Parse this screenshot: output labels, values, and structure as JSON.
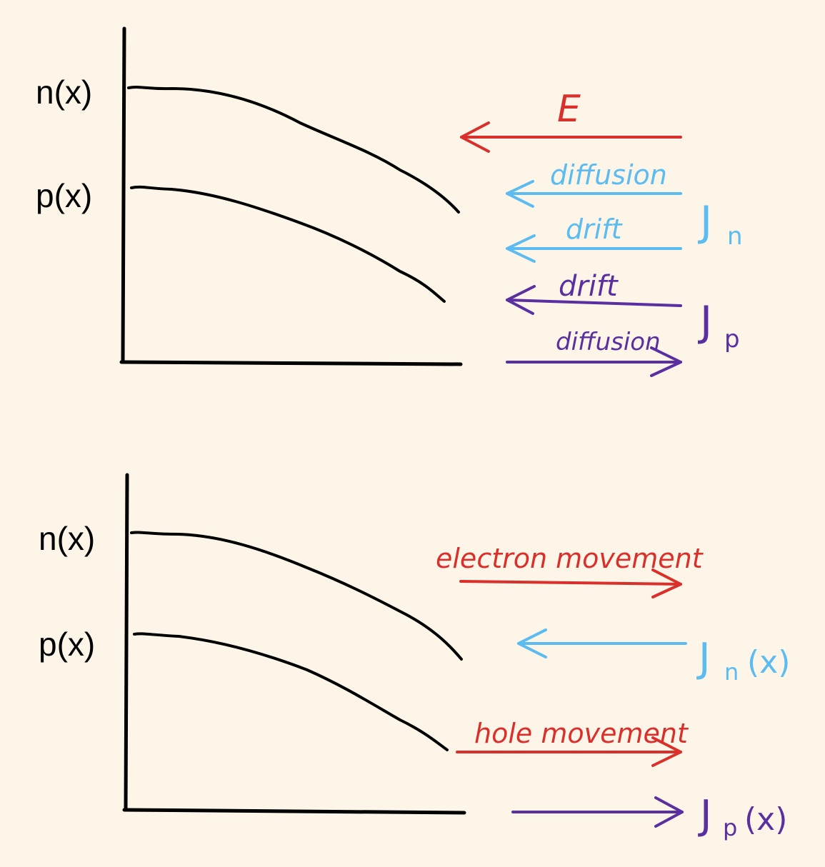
{
  "colors": {
    "background": "#fdf6e8",
    "black": "#000000",
    "red": "#d9302c",
    "light_blue": "#5cbcf2",
    "purple": "#5a2fa0"
  },
  "top_panel": {
    "n_label": "n(x)",
    "p_label": "p(x)",
    "e_label": "E",
    "diffusion_n_label": "diffusion",
    "drift_n_label": "drift",
    "jn_label": "J",
    "jn_sub": "n",
    "drift_p_label": "drift",
    "diffusion_p_label": "diffusion",
    "jp_label": "J",
    "jp_sub": "p"
  },
  "bottom_panel": {
    "n_label": "n(x)",
    "p_label": "p(x)",
    "electron_movement_label": "electron movement",
    "jn_label": "J",
    "jn_sub": "n",
    "jn_arg": "(x)",
    "hole_movement_label": "hole movement",
    "jp_label": "J",
    "jp_sub": "p",
    "jp_arg": "(x)"
  }
}
